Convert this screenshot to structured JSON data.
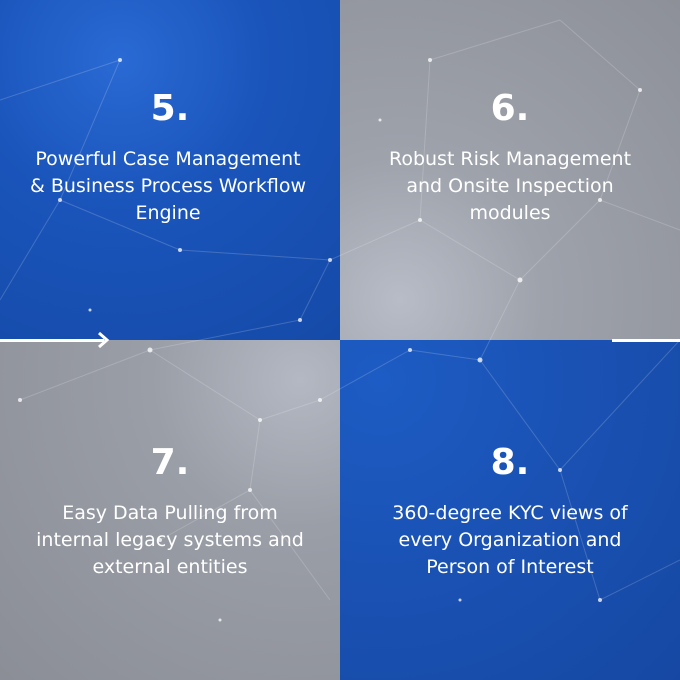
{
  "cards": [
    {
      "number": "5.",
      "text": "Powerful Case Management & Business Process Workflow Engine"
    },
    {
      "number": "6.",
      "text": "Robust Risk Management and Onsite Inspection modules"
    },
    {
      "number": "7.",
      "text": "Easy Data Pulling from internal legacy systems and external entities"
    },
    {
      "number": "8.",
      "text": "360-degree KYC views of every Organization and Person of Interest"
    }
  ],
  "colors": {
    "blue": "#1a55bb",
    "gray": "#9a9ea7",
    "text": "#ffffff"
  }
}
